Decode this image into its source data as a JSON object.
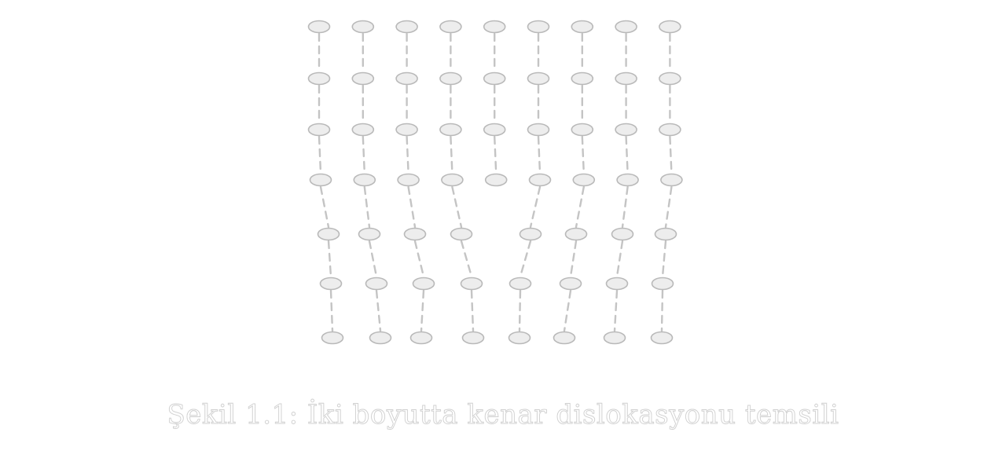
{
  "figure": {
    "caption": "Şekil 1.1: İki boyutta kenar dislokasyonu temsili",
    "caption_color": "#ffffff",
    "atom_fill": "#ededed",
    "atom_stroke": "#b9b9b9",
    "bond_color": "#c4c4c4",
    "full_columns": 9,
    "upper_rows": 4,
    "lower_columns": 8,
    "lower_rows": 3,
    "extra_half_plane_column": 5
  }
}
